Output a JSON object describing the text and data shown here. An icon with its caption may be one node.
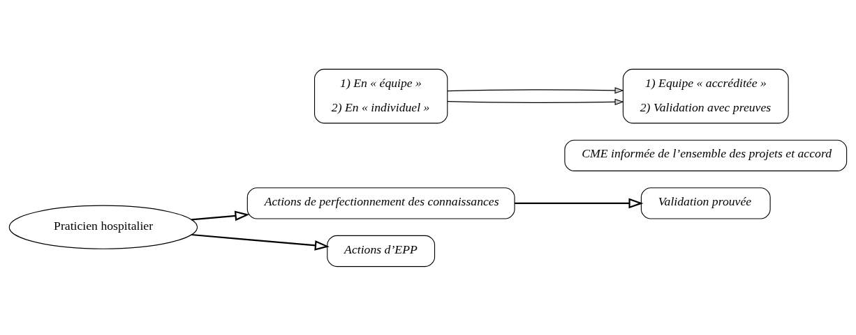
{
  "diagram": {
    "nodes": [
      {
        "text": [
          "Praticien hospitalier"
        ]
      },
      {
        "text": [
          "Actions de perfectionnement des connaissances"
        ]
      },
      {
        "text": [
          "Validation prouvée"
        ]
      },
      {
        "text": [
          "Actions d’EPP"
        ]
      },
      {
        "text": [
          "1) En « équipe »",
          "2) En « individuel »"
        ]
      },
      {
        "text": [
          "1) Equipe « accréditée »",
          "2) Validation avec preuves"
        ]
      },
      {
        "text": [
          "CME informée de l’ensemble des projets et accord"
        ]
      }
    ],
    "edges": [
      {
        "from": 0,
        "to": 1,
        "arrow": "to"
      },
      {
        "from": 0,
        "to": 3,
        "arrow": "to"
      },
      {
        "from": 1,
        "to": 2,
        "arrow": "to"
      },
      {
        "from": 4,
        "to": 5,
        "arrow": "to"
      },
      {
        "from": 4,
        "to": 5,
        "arrow": "to"
      }
    ]
  }
}
